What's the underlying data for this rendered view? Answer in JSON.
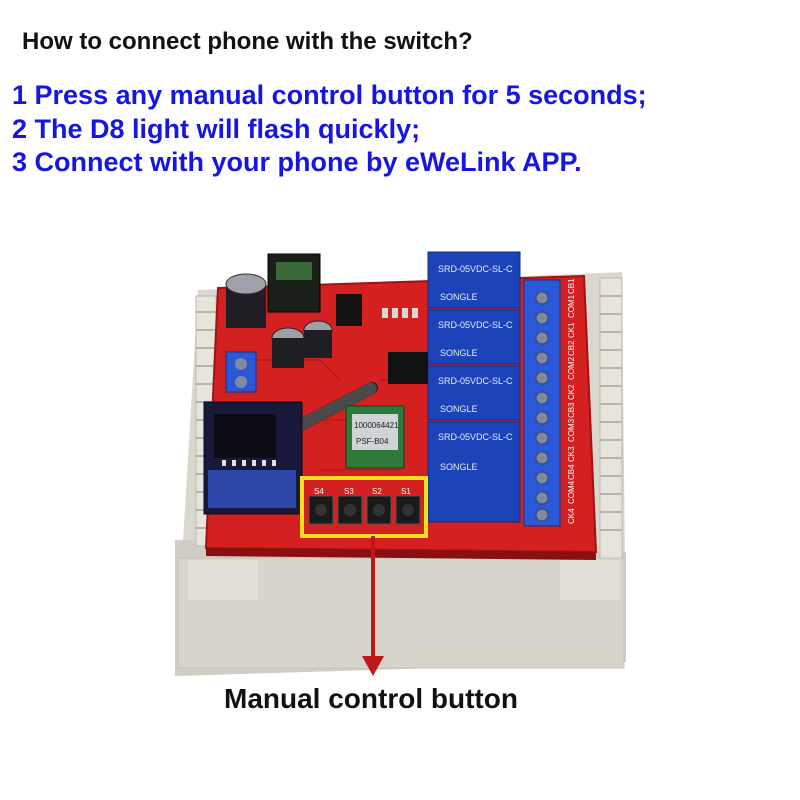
{
  "instructions": {
    "heading": "How to connect phone with the switch?",
    "steps": [
      "1 Press any manual control button for 5 seconds;",
      "2 The D8 light will flash quickly;",
      "3 Connect with your phone by eWeLink APP."
    ]
  },
  "photo": {
    "relays": [
      {
        "model": "SRD-05VDC-SL-C",
        "brand": "SONGLE"
      },
      {
        "model": "SRD-05VDC-SL-C",
        "brand": "SONGLE"
      },
      {
        "model": "SRD-05VDC-SL-C",
        "brand": "SONGLE"
      },
      {
        "model": "SRD-05VDC-SL-C",
        "brand": "SONGLE"
      }
    ],
    "rf_module": {
      "model": "PSF-B04",
      "code": "1000064421"
    },
    "buttons": [
      "S4",
      "S3",
      "S2",
      "S1"
    ],
    "terminal_labels": [
      "CK4",
      "COM4",
      "CB4",
      "CK3",
      "COM3",
      "CB3",
      "CK2",
      "COM2",
      "CB2",
      "CK1",
      "COM1",
      "CB1"
    ]
  },
  "annotation": {
    "caption": "Manual control button",
    "highlight_color": "#f2e21a",
    "arrow_color": "#c01818"
  },
  "colors": {
    "steps_text": "#1515e6",
    "heading_text": "#111111",
    "pcb": "#d42020",
    "enclosure": "#d8d6cd"
  }
}
